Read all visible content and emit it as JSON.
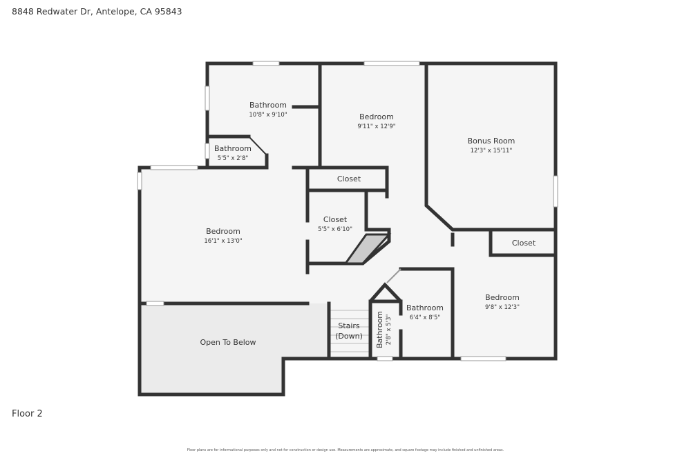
{
  "address": "8848 Redwater Dr, Antelope, CA 95843",
  "floor_label": "Floor 2",
  "disclaimer": "Floor plans are for informational purposes only and not for construction or design use. Measurements are approximate, and square footage may include finished and unfinished areas.",
  "colors": {
    "wall": "#333333",
    "room_fill": "#f5f5f5",
    "open_below_fill": "#ebebeb"
  },
  "rooms": [
    {
      "name": "Bathroom",
      "dims": "10'8\" x 9'10\""
    },
    {
      "name": "Bathroom",
      "dims": "5'5\" x 2'8\""
    },
    {
      "name": "Bedroom",
      "dims": "9'11\" x 12'9\""
    },
    {
      "name": "Bonus Room",
      "dims": "12'3\" x 15'11\""
    },
    {
      "name": "Closet",
      "dims": ""
    },
    {
      "name": "Bedroom",
      "dims": "16'1\" x 13'0\""
    },
    {
      "name": "Closet",
      "dims": "5'5\" x 6'10\""
    },
    {
      "name": "Closet",
      "dims": ""
    },
    {
      "name": "Bedroom",
      "dims": "9'8\" x 12'3\""
    },
    {
      "name": "Bathroom",
      "dims": "6'4\" x 8'5\""
    },
    {
      "name": "Bathroom",
      "dims": "2'8\" x 5'3\""
    },
    {
      "name": "Stairs",
      "dims": "(Down)"
    },
    {
      "name": "Open To Below",
      "dims": ""
    }
  ]
}
